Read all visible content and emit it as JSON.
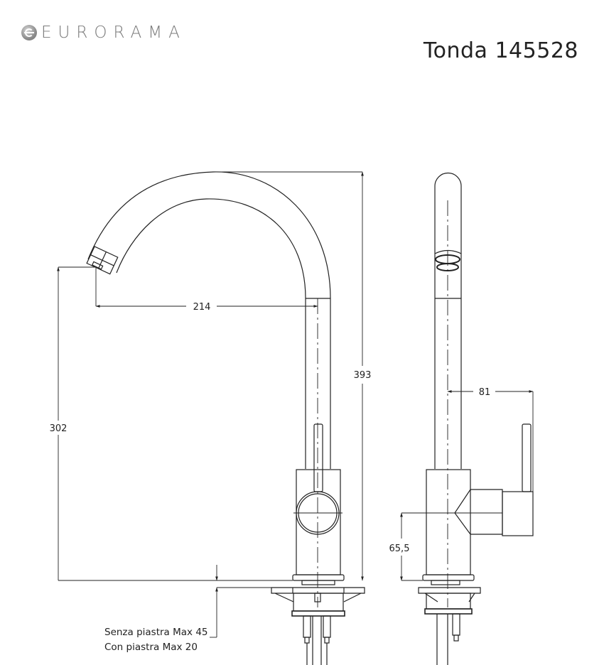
{
  "header": {
    "brand": "EURORAMA",
    "brand_icon": "eurorama-logo-icon",
    "product_title": "Tonda 145528"
  },
  "drawing": {
    "type": "technical-drawing",
    "subject": "Kitchen mixer faucet, front and side views",
    "units": "mm",
    "line_color": "#222222",
    "views": [
      "front-view",
      "side-view"
    ],
    "dimensions": {
      "spout_reach": "214",
      "total_height": "393",
      "spout_outlet_height": "302",
      "lever_depth": "81",
      "lever_axis_height": "65,5"
    },
    "notes": {
      "deck_thickness_line1": "Senza piastra Max 45",
      "deck_thickness_line2": "Con piastra Max 20"
    }
  }
}
